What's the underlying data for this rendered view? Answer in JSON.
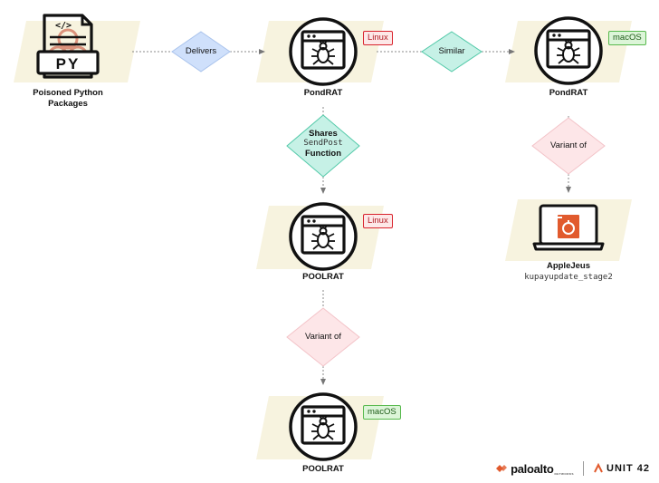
{
  "nodes": {
    "poisoned": {
      "label": "Poisoned Python Packages"
    },
    "pondrat_linux": {
      "label": "PondRAT",
      "platform": "Linux"
    },
    "pondrat_mac": {
      "label": "PondRAT",
      "platform": "macOS"
    },
    "poolrat_linux": {
      "label": "POOLRAT",
      "platform": "Linux"
    },
    "poolrat_mac": {
      "label": "POOLRAT",
      "platform": "macOS"
    },
    "applejeus": {
      "label": "AppleJeus",
      "sublabel": "kupayupdate_stage2"
    }
  },
  "edges": {
    "delivers": "Delivers",
    "similar": "Similar",
    "shares": {
      "line1": "Shares",
      "code": "SendPost",
      "line3": "Function"
    },
    "variant_mac": "Variant of",
    "variant_pool": "Variant of"
  },
  "footer": {
    "brand1": "paloalto",
    "brand1_sub": "NETWORKS",
    "brand2": "UNIT 42"
  },
  "colors": {
    "linux": "#d9232d",
    "macos": "#58b94e",
    "parallelogram": "#f7f3df",
    "diamond_blue": "#cfe0fb",
    "diamond_teal": "#c6f1e6",
    "diamond_pink": "#fde6e8",
    "accent": "#e15a2d"
  }
}
